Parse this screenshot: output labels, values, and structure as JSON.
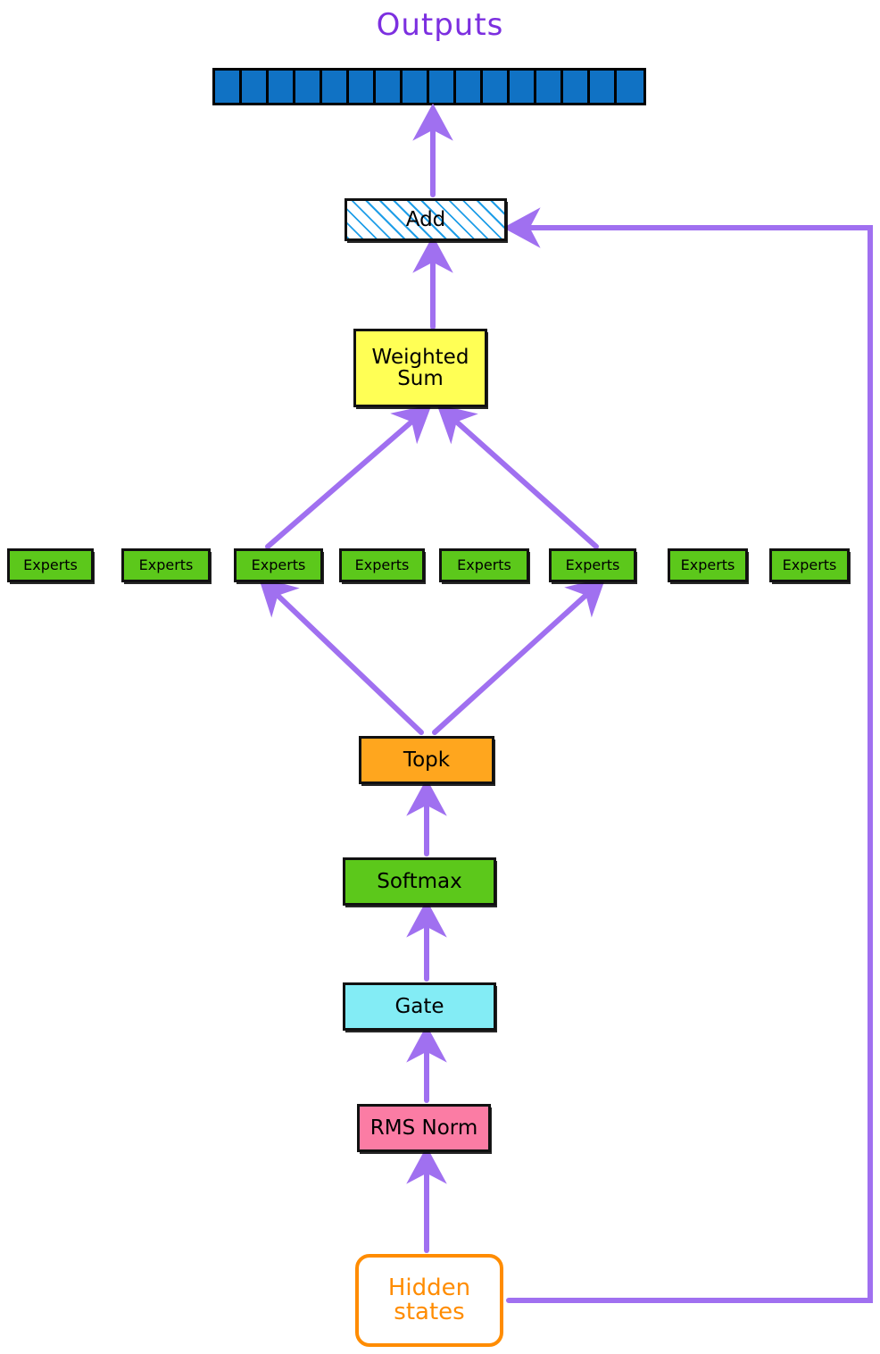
{
  "title": "Outputs",
  "colors": {
    "arrow": "#a070f0",
    "title": "#7c2fe0",
    "output_cell": "#1072c4",
    "weighted_sum_fill": "#ffff55",
    "topk_fill": "#ffa61e",
    "softmax_fill": "#5cc81b",
    "expert_fill": "#5cc81b",
    "gate_fill": "#83ecf5",
    "rmsnorm_fill": "#fb7ca4",
    "hidden_states_stroke": "#ff8c00",
    "add_hatch": "#1f9ee8",
    "box_stroke": "#111111"
  },
  "outputs": {
    "label": "Outputs",
    "cell_count": 16
  },
  "nodes": {
    "add": "Add",
    "weighted_sum": "Weighted\nSum",
    "topk": "Topk",
    "softmax": "Softmax",
    "gate": "Gate",
    "rms_norm": "RMS Norm",
    "hidden_states": "Hidden\nstates"
  },
  "experts": [
    {
      "label": "Experts",
      "selected": false
    },
    {
      "label": "Experts",
      "selected": false
    },
    {
      "label": "Experts",
      "selected": true
    },
    {
      "label": "Experts",
      "selected": false
    },
    {
      "label": "Experts",
      "selected": false
    },
    {
      "label": "Experts",
      "selected": true
    },
    {
      "label": "Experts",
      "selected": false
    },
    {
      "label": "Experts",
      "selected": false
    }
  ],
  "edges": [
    {
      "from": "add",
      "to": "outputs"
    },
    {
      "from": "weighted_sum",
      "to": "add"
    },
    {
      "from": "expert_3",
      "to": "weighted_sum"
    },
    {
      "from": "expert_6",
      "to": "weighted_sum"
    },
    {
      "from": "topk",
      "to": "expert_3"
    },
    {
      "from": "topk",
      "to": "expert_6"
    },
    {
      "from": "softmax",
      "to": "topk"
    },
    {
      "from": "gate",
      "to": "softmax"
    },
    {
      "from": "rms_norm",
      "to": "gate"
    },
    {
      "from": "hidden_states",
      "to": "rms_norm"
    },
    {
      "from": "hidden_states",
      "to": "add",
      "style": "skip-connection"
    }
  ]
}
